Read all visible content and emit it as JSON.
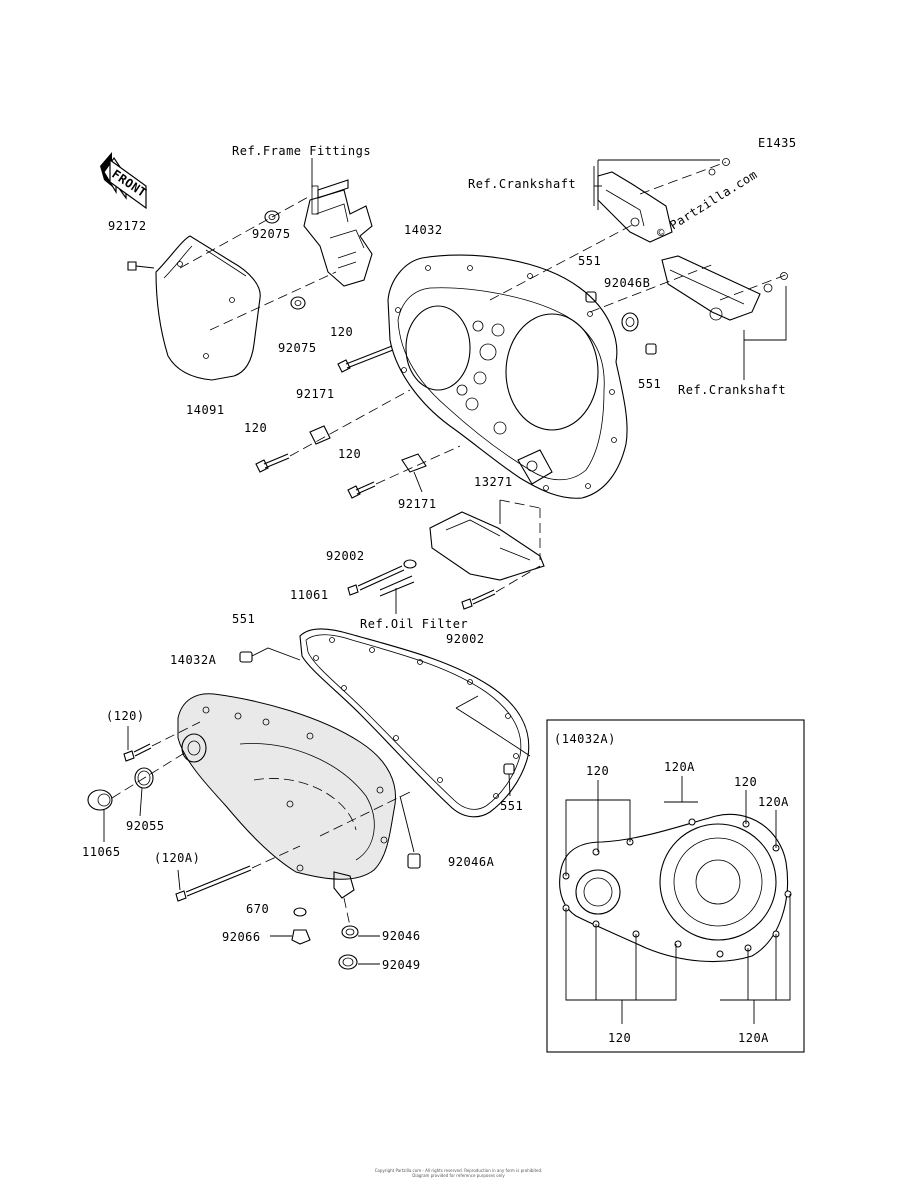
{
  "diagram_code": "E1435",
  "front_marker": "FRONT",
  "watermark": "© Partzilla.com",
  "inset_title": "(14032A)",
  "labels": {
    "ref_frame_fittings": "Ref.Frame Fittings",
    "ref_crankshaft_top": "Ref.Crankshaft",
    "ref_crankshaft_right": "Ref.Crankshaft",
    "ref_oil_filter": "Ref.Oil Filter",
    "p92172": "92172",
    "p92075_a": "92075",
    "p92075_b": "92075",
    "p14091": "14091",
    "p14032": "14032",
    "p551_a": "551",
    "p92046b": "92046B",
    "p551_b": "551",
    "p120_a": "120",
    "p92171_a": "92171",
    "p120_b": "120",
    "p120_c": "120",
    "p92171_b": "92171",
    "p13271": "13271",
    "p92002_a": "92002",
    "p11061": "11061",
    "p92002_b": "92002",
    "p551_c": "551",
    "p14032a": "14032A",
    "p120_paren": "(120)",
    "p92055": "92055",
    "p11065": "11065",
    "p120a_paren": "(120A)",
    "p670": "670",
    "p92066": "92066",
    "p92046": "92046",
    "p92049": "92049",
    "p92046a": "92046A",
    "p551_d": "551",
    "inset_120_tl": "120",
    "inset_120a_t": "120A",
    "inset_120_tr": "120",
    "inset_120a_r": "120A",
    "inset_120_b": "120",
    "inset_120a_b": "120A"
  },
  "footer": {
    "line1": "Copyright Partzilla.com - All rights reserved. Reproduction in any form is prohibited.",
    "line2": "Diagram provided for reference purposes only"
  }
}
